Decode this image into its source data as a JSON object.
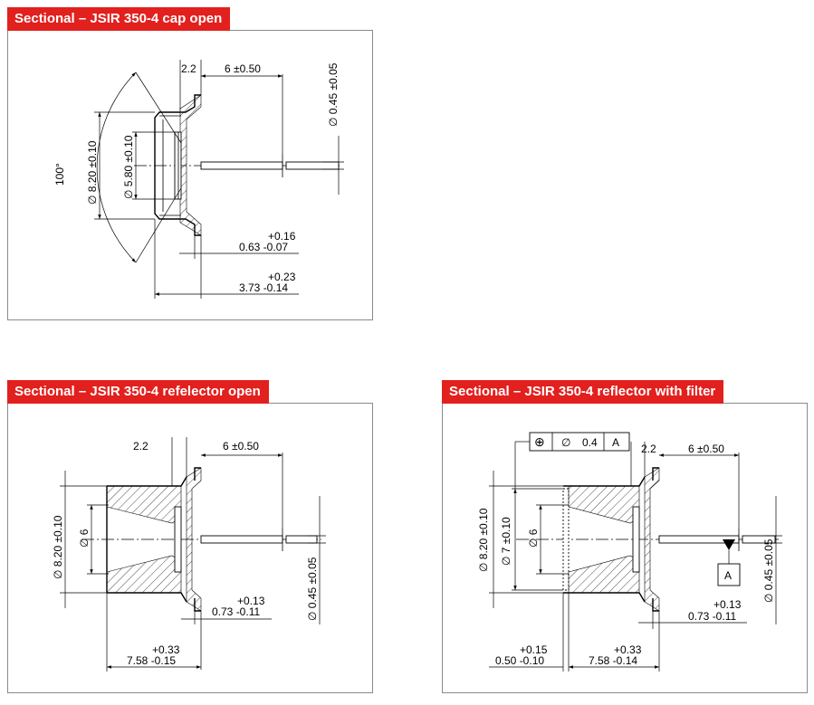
{
  "panels": {
    "cap_open": {
      "title": "Sectional – JSIR 350-4 cap open",
      "dims": {
        "gap": "2.2",
        "lead_length": "6 ±0.50",
        "lead_dia": "∅ 0.45 ±0.05",
        "angle": "100°",
        "outer_dia": "∅ 8.20 ±0.10",
        "window_dia": "∅ 5.80 ±0.10",
        "flange_tol_upper": "+0.16",
        "flange_nominal": "0.63 -0.07",
        "height_tol_upper": "+0.23",
        "height_nominal": "3.73 -0.14"
      }
    },
    "reflector_open": {
      "title": "Sectional – JSIR 350-4 refelector open",
      "dims": {
        "gap": "2.2",
        "lead_length": "6 ±0.50",
        "outer_dia": "∅ 8.20 ±0.10",
        "inner_dia": "∅ 6",
        "lead_dia": "∅ 0.45 ±0.05",
        "flange_tol_upper": "+0.13",
        "flange_nominal": "0.73 -0.11",
        "height_tol_upper": "+0.33",
        "height_nominal": "7.58 -0.15"
      }
    },
    "reflector_filter": {
      "title": "Sectional – JSIR 350-4 reflector with filter",
      "dims": {
        "position_symbol": "⊕",
        "position_dia": "∅",
        "position_tol": "0.4",
        "datum_ref": "A",
        "datum_label": "A",
        "gap": "2.2",
        "lead_length": "6 ±0.50",
        "outer_dia": "∅ 8.20 ±0.10",
        "filter_dia": "∅ 7 ±0.10",
        "inner_dia": "∅ 6",
        "lead_dia": "∅ 0.45 ±0.05",
        "flange_tol_upper": "+0.13",
        "flange_nominal": "0.73 -0.11",
        "filter_tol_upper": "+0.15",
        "filter_nominal": "0.50 -0.10",
        "height_tol_upper": "+0.33",
        "height_nominal": "7.58 -0.14"
      }
    }
  }
}
